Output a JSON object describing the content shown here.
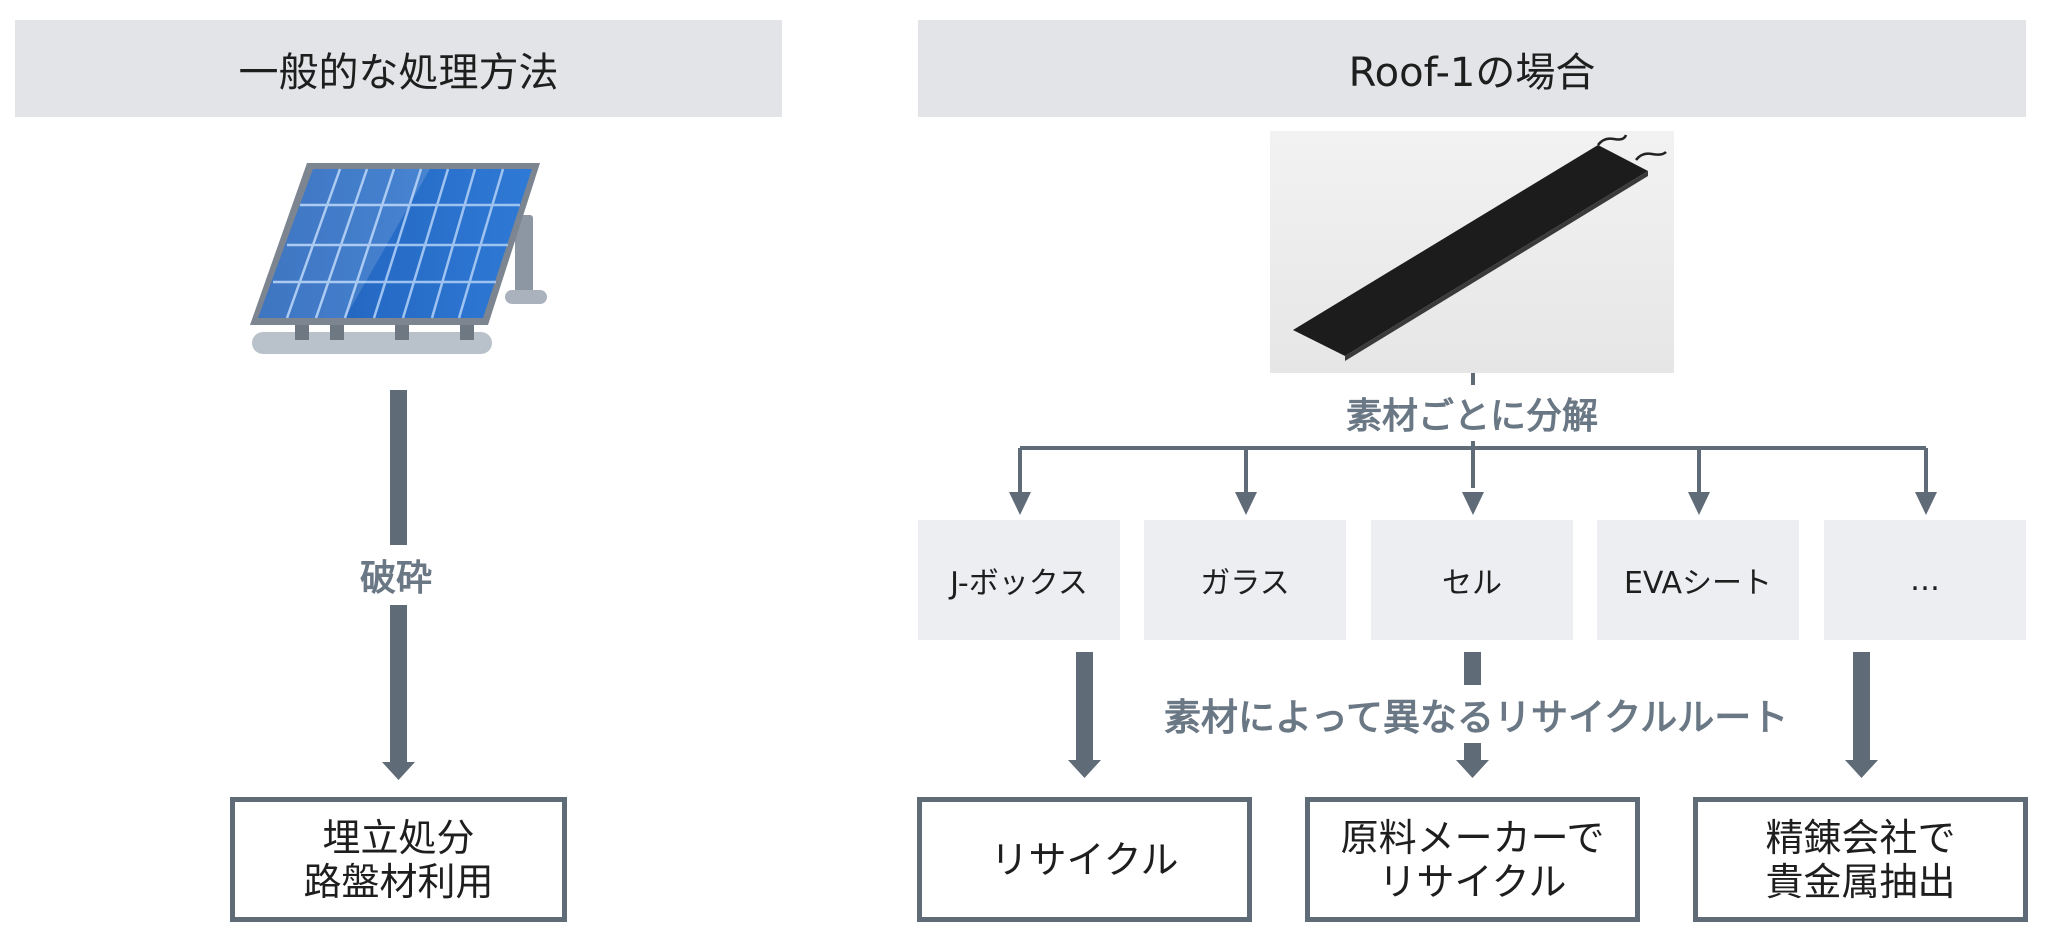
{
  "left": {
    "header": "一般的な処理方法",
    "process_label": "破砕",
    "result_line1": "埋立処分",
    "result_line2": "路盤材利用"
  },
  "right": {
    "header": "Roof-1の場合",
    "split_label": "素材ごとに分解",
    "components": [
      "J-ボックス",
      "ガラス",
      "セル",
      "EVAシート",
      "…"
    ],
    "route_label": "素材によって異なるリサイクルルート",
    "results": [
      {
        "line1": "リサイクル",
        "line2": ""
      },
      {
        "line1": "原料メーカーで",
        "line2": "リサイクル"
      },
      {
        "line1": "精錬会社で",
        "line2": "貴金属抽出"
      }
    ]
  },
  "colors": {
    "arrow": "#5f6b77",
    "header_bg": "#e2e4e7",
    "box_bg": "#eceef1",
    "label_text": "#6a7784"
  }
}
